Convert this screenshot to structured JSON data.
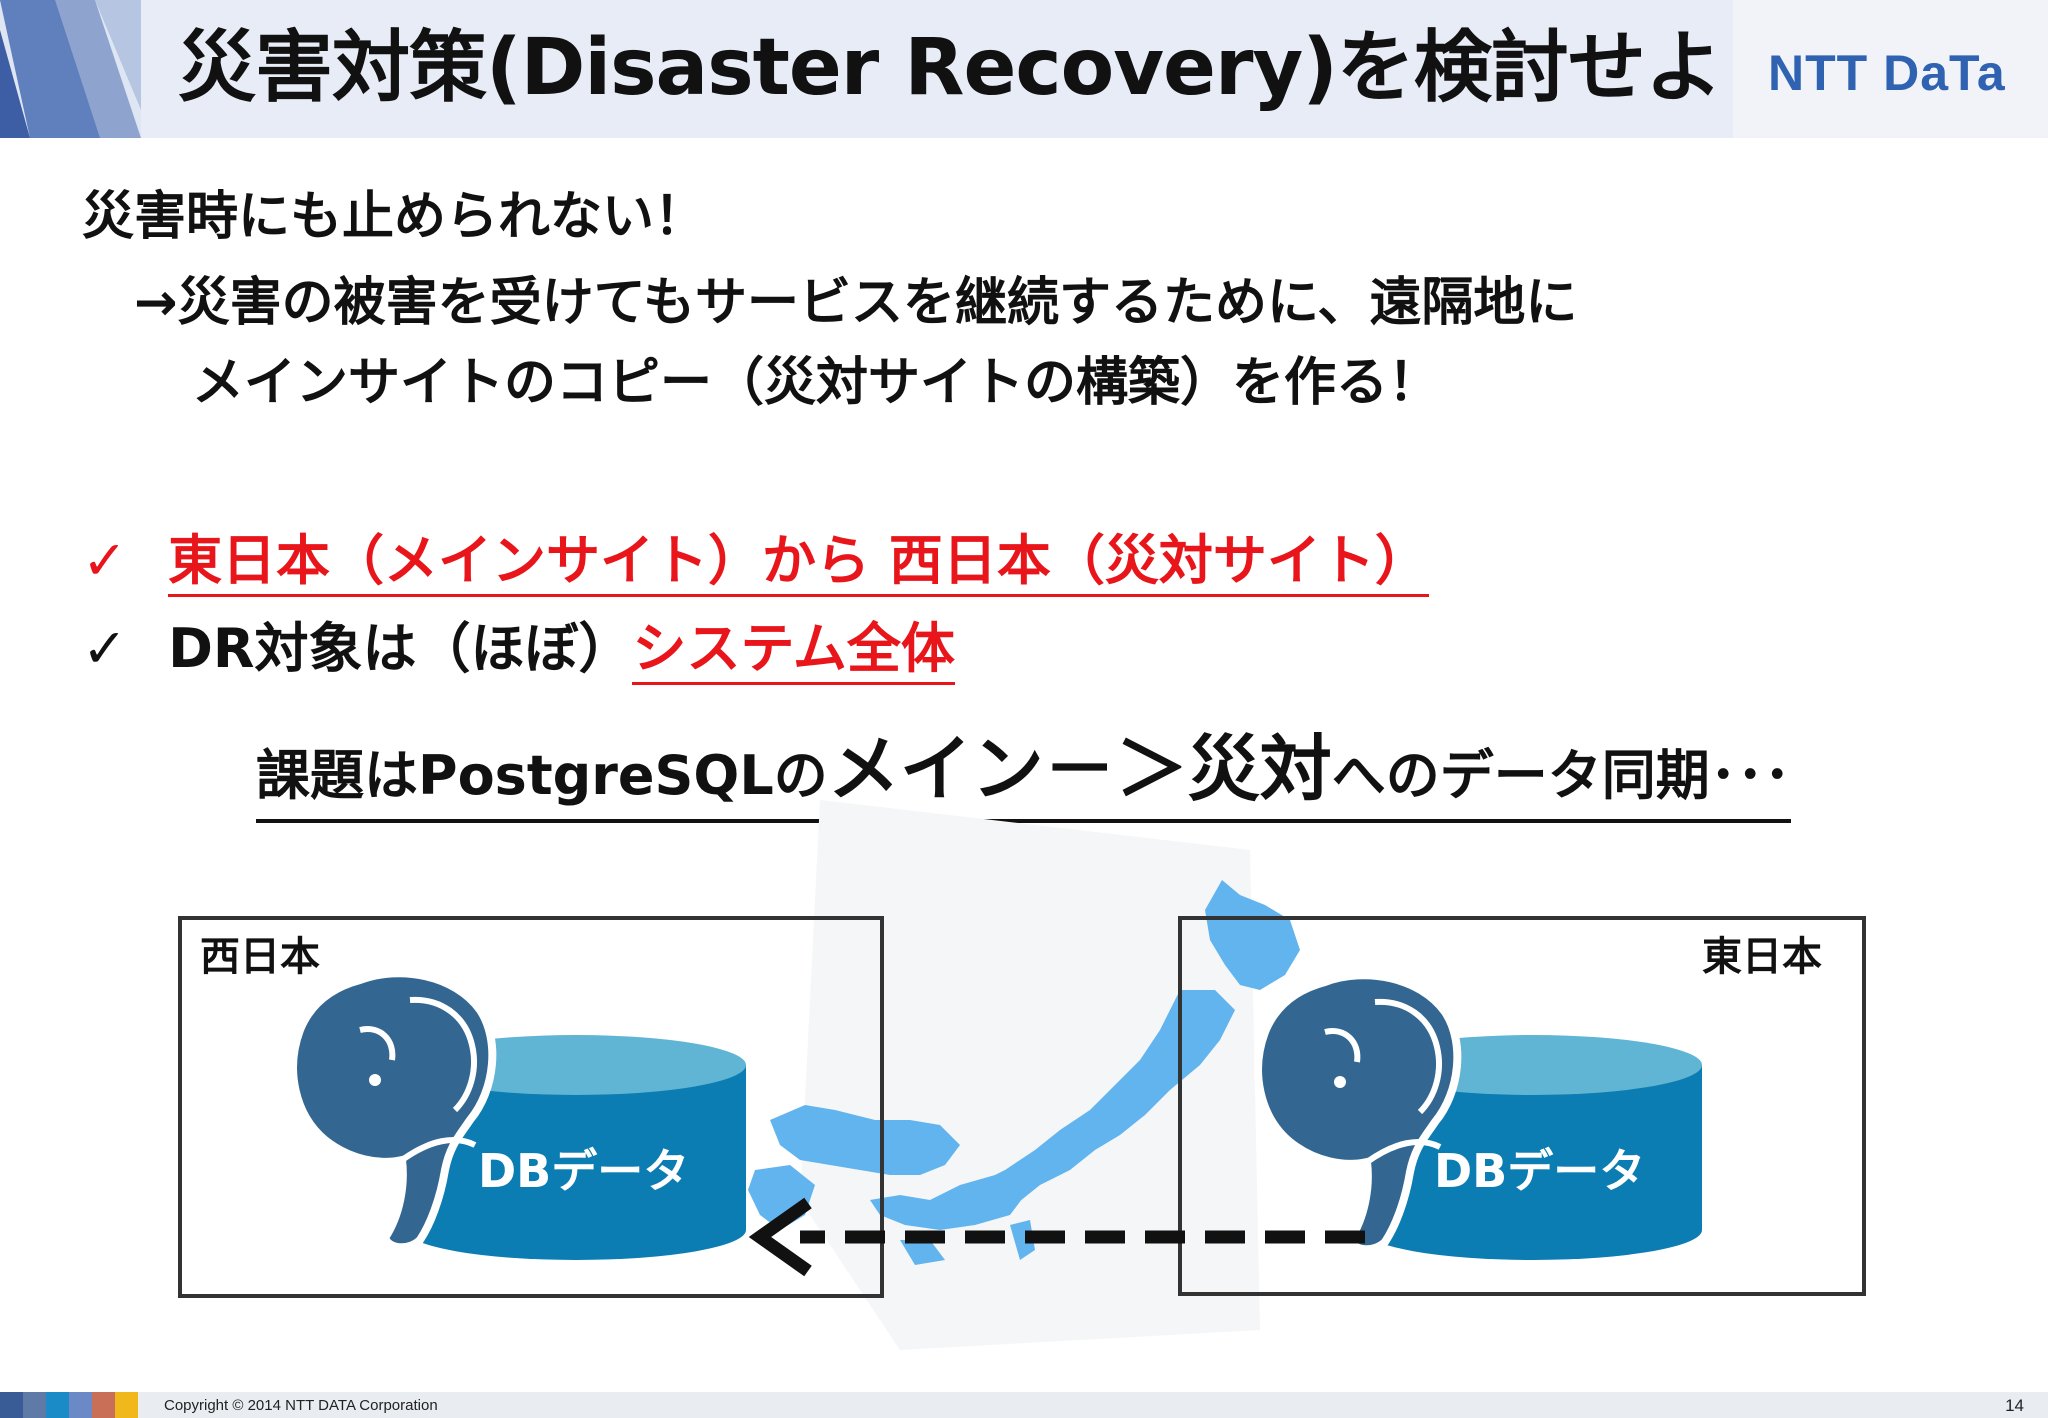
{
  "header": {
    "title": "災害対策(Disaster Recovery)を検討せよ",
    "logo": "NTT DaTa"
  },
  "body": {
    "line1": "災害時にも止められない！",
    "line2": "→災害の被害を受けてもサービスを継続するために、遠隔地に",
    "line3": "メインサイトのコピー（災対サイトの構築）を作る！"
  },
  "checklist": [
    {
      "mark": "✓",
      "text": "東日本（メインサイト）から 西日本（災対サイト）"
    },
    {
      "mark": "✓",
      "prefix": "DR対象は（ほぼ）",
      "highlight": "システム全体"
    }
  ],
  "issue": {
    "part1": "課題はPostgreSQLの",
    "part2": "メイン－＞災対",
    "part3": "へのデータ同期･･･"
  },
  "diagram": {
    "west_label": "西日本",
    "east_label": "東日本",
    "west_db": "DBデータ",
    "east_db": "DBデータ",
    "map_color": "#62b4ee",
    "db_color": "#0c7db3",
    "db_top_color": "#5fb5d3",
    "elephant_color": "#336791"
  },
  "footer": {
    "copyright": "Copyright © 2014 NTT DATA Corporation",
    "page": "14",
    "squares": [
      "#3a5c96",
      "#5f7aa6",
      "#1b8bc7",
      "#6c89c7",
      "#c96f57",
      "#f0b81a"
    ]
  }
}
